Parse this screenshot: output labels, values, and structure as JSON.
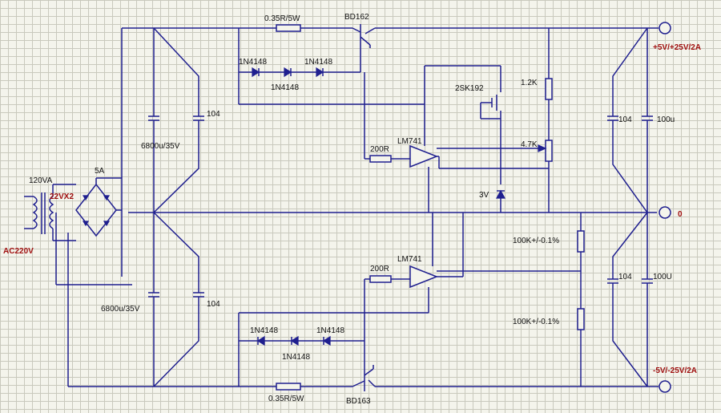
{
  "labels": {
    "r_top": "0.35R/5W",
    "q_top": "BD162",
    "d1": "1N4148",
    "d2": "1N4148",
    "d3": "1N4148",
    "mosfet": "2SK192",
    "r12k": "1.2K",
    "r47k": "4.7K",
    "opamp_top": "LM741",
    "r200_top": "200R",
    "zener": "3V",
    "cap_top_pos": "6800u/35V",
    "cap_top_104": "104",
    "xfmr_va": "120VA",
    "xfmr_sec": "22VX2",
    "fuse": "5A",
    "mains": "AC220V",
    "cap_bot_pos": "6800u/35V",
    "cap_bot_104": "104",
    "opamp_bot": "LM741",
    "r200_bot": "200R",
    "d4": "1N4148",
    "d5": "1N4148",
    "d6": "1N4148",
    "r_bot": "0.35R/5W",
    "q_bot": "BD163",
    "r100k_top": "100K+/-0.1%",
    "r100k_bot": "100K+/-0.1%",
    "out_cap_top_104": "104",
    "out_cap_top": "100u",
    "out_cap_bot_104": "104",
    "out_cap_bot": "100U",
    "term_pos": "+5V/+25V/2A",
    "term_gnd": "0",
    "term_neg": "-5V/-25V/2A"
  },
  "colors": {
    "wire": "#1f1f8f",
    "grid": "#c9c9bd",
    "label": "#111111",
    "accent": "#a01010"
  }
}
